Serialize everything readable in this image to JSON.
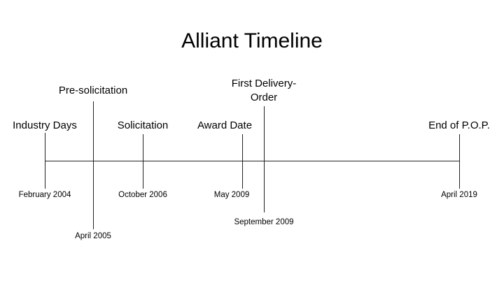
{
  "title": "Alliant Timeline",
  "events": [
    {
      "label": "Industry Days",
      "date": "February 2004"
    },
    {
      "label": "Pre-solicitation",
      "date": "April 2005"
    },
    {
      "label": "Solicitation",
      "date": "October 2006"
    },
    {
      "label": "Award Date",
      "date": "May 2009"
    },
    {
      "label": "First Delivery-Order",
      "date": "September 2009"
    },
    {
      "label": "End of P.O.P.",
      "date": "April 2019"
    }
  ]
}
